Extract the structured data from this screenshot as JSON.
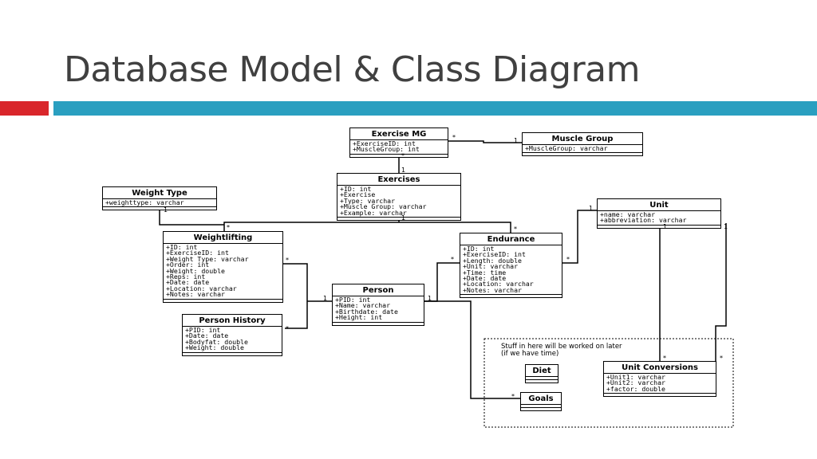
{
  "title": "Database Model & Class Diagram",
  "colors": {
    "accent_red": "#d9262b",
    "accent_blue": "#2a9fc0"
  },
  "classes": {
    "exercise_mg": {
      "name": "Exercise MG",
      "attributes": [
        "+ExerciseID: int",
        "+MuscleGroup: int"
      ]
    },
    "muscle_group": {
      "name": "Muscle Group",
      "attributes": [
        "+MuscleGroup: varchar"
      ]
    },
    "exercises": {
      "name": "Exercises",
      "attributes": [
        "+ID: int",
        "+Exercise",
        "+Type: varchar",
        "+Muscle Group: varchar",
        "+Example: varchar"
      ]
    },
    "weight_type": {
      "name": "Weight Type",
      "attributes": [
        "+weighttype: varchar"
      ]
    },
    "unit": {
      "name": "Unit",
      "attributes": [
        "+name: varchar",
        "+abbreviation: varchar"
      ]
    },
    "weightlifting": {
      "name": "Weightlifting",
      "attributes": [
        "+ID: int",
        "+ExerciseID: int",
        "+Weight Type: varchar",
        "+Order: int",
        "+Weight: double",
        "+Reps: int",
        "+Date: date",
        "+Location: varchar",
        "+Notes: varchar"
      ]
    },
    "endurance": {
      "name": "Endurance",
      "attributes": [
        "+ID: int",
        "+ExerciseID: int",
        "+Length: double",
        "+Unit: varchar",
        "+Time: time",
        "+Date: date",
        "+Location: varchar",
        "+Notes: varchar"
      ]
    },
    "person": {
      "name": "Person",
      "attributes": [
        "+PID: int",
        "+Name: varchar",
        "+Birthdate: date",
        "+Height: int"
      ]
    },
    "person_history": {
      "name": "Person History",
      "attributes": [
        "+PID: int",
        "+Date: date",
        "+Bodyfat: double",
        "+Weight: double"
      ]
    },
    "diet": {
      "name": "Diet",
      "attributes": []
    },
    "goals": {
      "name": "Goals",
      "attributes": []
    },
    "unit_conversions": {
      "name": "Unit Conversions",
      "attributes": [
        "+Unit1: varchar",
        "+Unit2: varchar",
        "+factor: double"
      ]
    }
  },
  "future_note": {
    "line1": "Stuff in here will be worked on later",
    "line2": "(if we have time)"
  },
  "multiplicities": {
    "star": "*",
    "one": "1"
  }
}
